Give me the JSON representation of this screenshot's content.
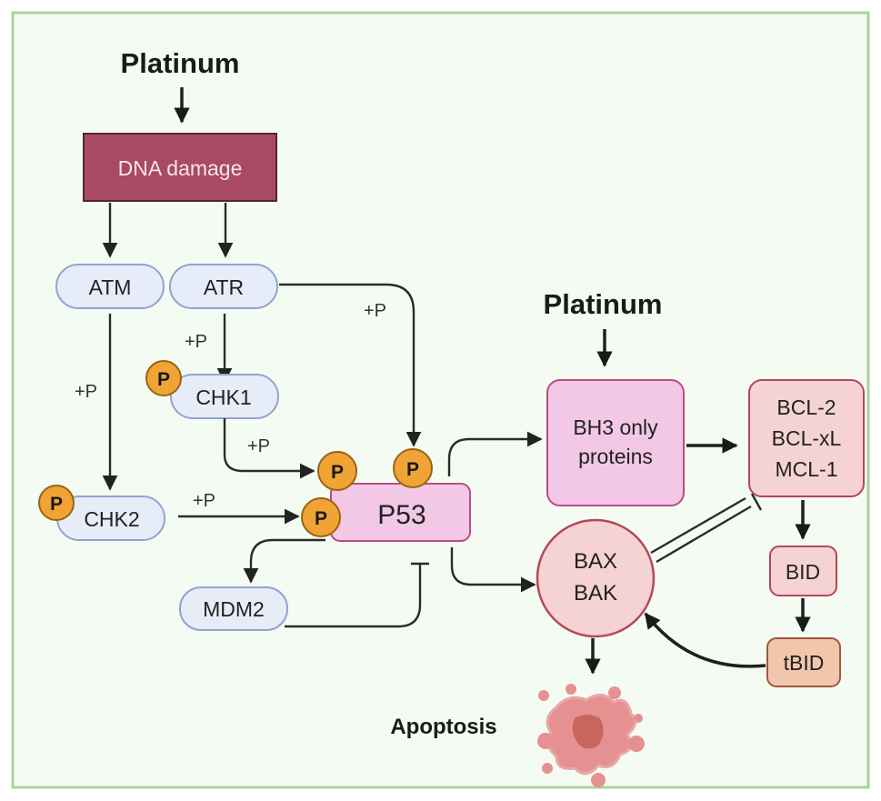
{
  "diagram": {
    "title_top": "Platinum",
    "title_right": "Platinum",
    "outcome_label": "Apoptosis",
    "colors": {
      "background": "#f4fbf2",
      "frame": "#a8d39c",
      "dna_fill": "#a84a63",
      "dna_text": "#fbe3ea",
      "kinase_fill": "#e6edf8",
      "kinase_stroke": "#93a3d1",
      "p53_fill": "#f3c8e6",
      "p53_stroke": "#b84d84",
      "bcl_fill": "#f6d3d3",
      "bcl_stroke": "#b5475a",
      "tbid_fill": "#f2c6ad",
      "tbid_stroke": "#9c5a3c",
      "phospho_fill": "#f0a436",
      "phospho_stroke": "#9a6312",
      "cell_fill": "#e59191",
      "cell_nucleus": "#c8665e"
    },
    "nodes": {
      "dna_damage": "DNA damage",
      "atm": "ATM",
      "atr": "ATR",
      "chk1": "CHK1",
      "chk2": "CHK2",
      "p53": "P53",
      "mdm2": "MDM2",
      "bh3_line1": "BH3 only",
      "bh3_line2": "proteins",
      "bcl_line1": "BCL-2",
      "bcl_line2": "BCL-xL",
      "bcl_line3": "MCL-1",
      "bax_line1": "BAX",
      "bax_line2": "BAK",
      "bid": "BID",
      "tbid": "tBID"
    },
    "phospho_label": "P",
    "edge_labels": {
      "atm_chk2": "+P",
      "atr_chk1": "+P",
      "atr_p53": "+P",
      "chk1_p53": "+P",
      "chk2_p53": "+P"
    }
  }
}
